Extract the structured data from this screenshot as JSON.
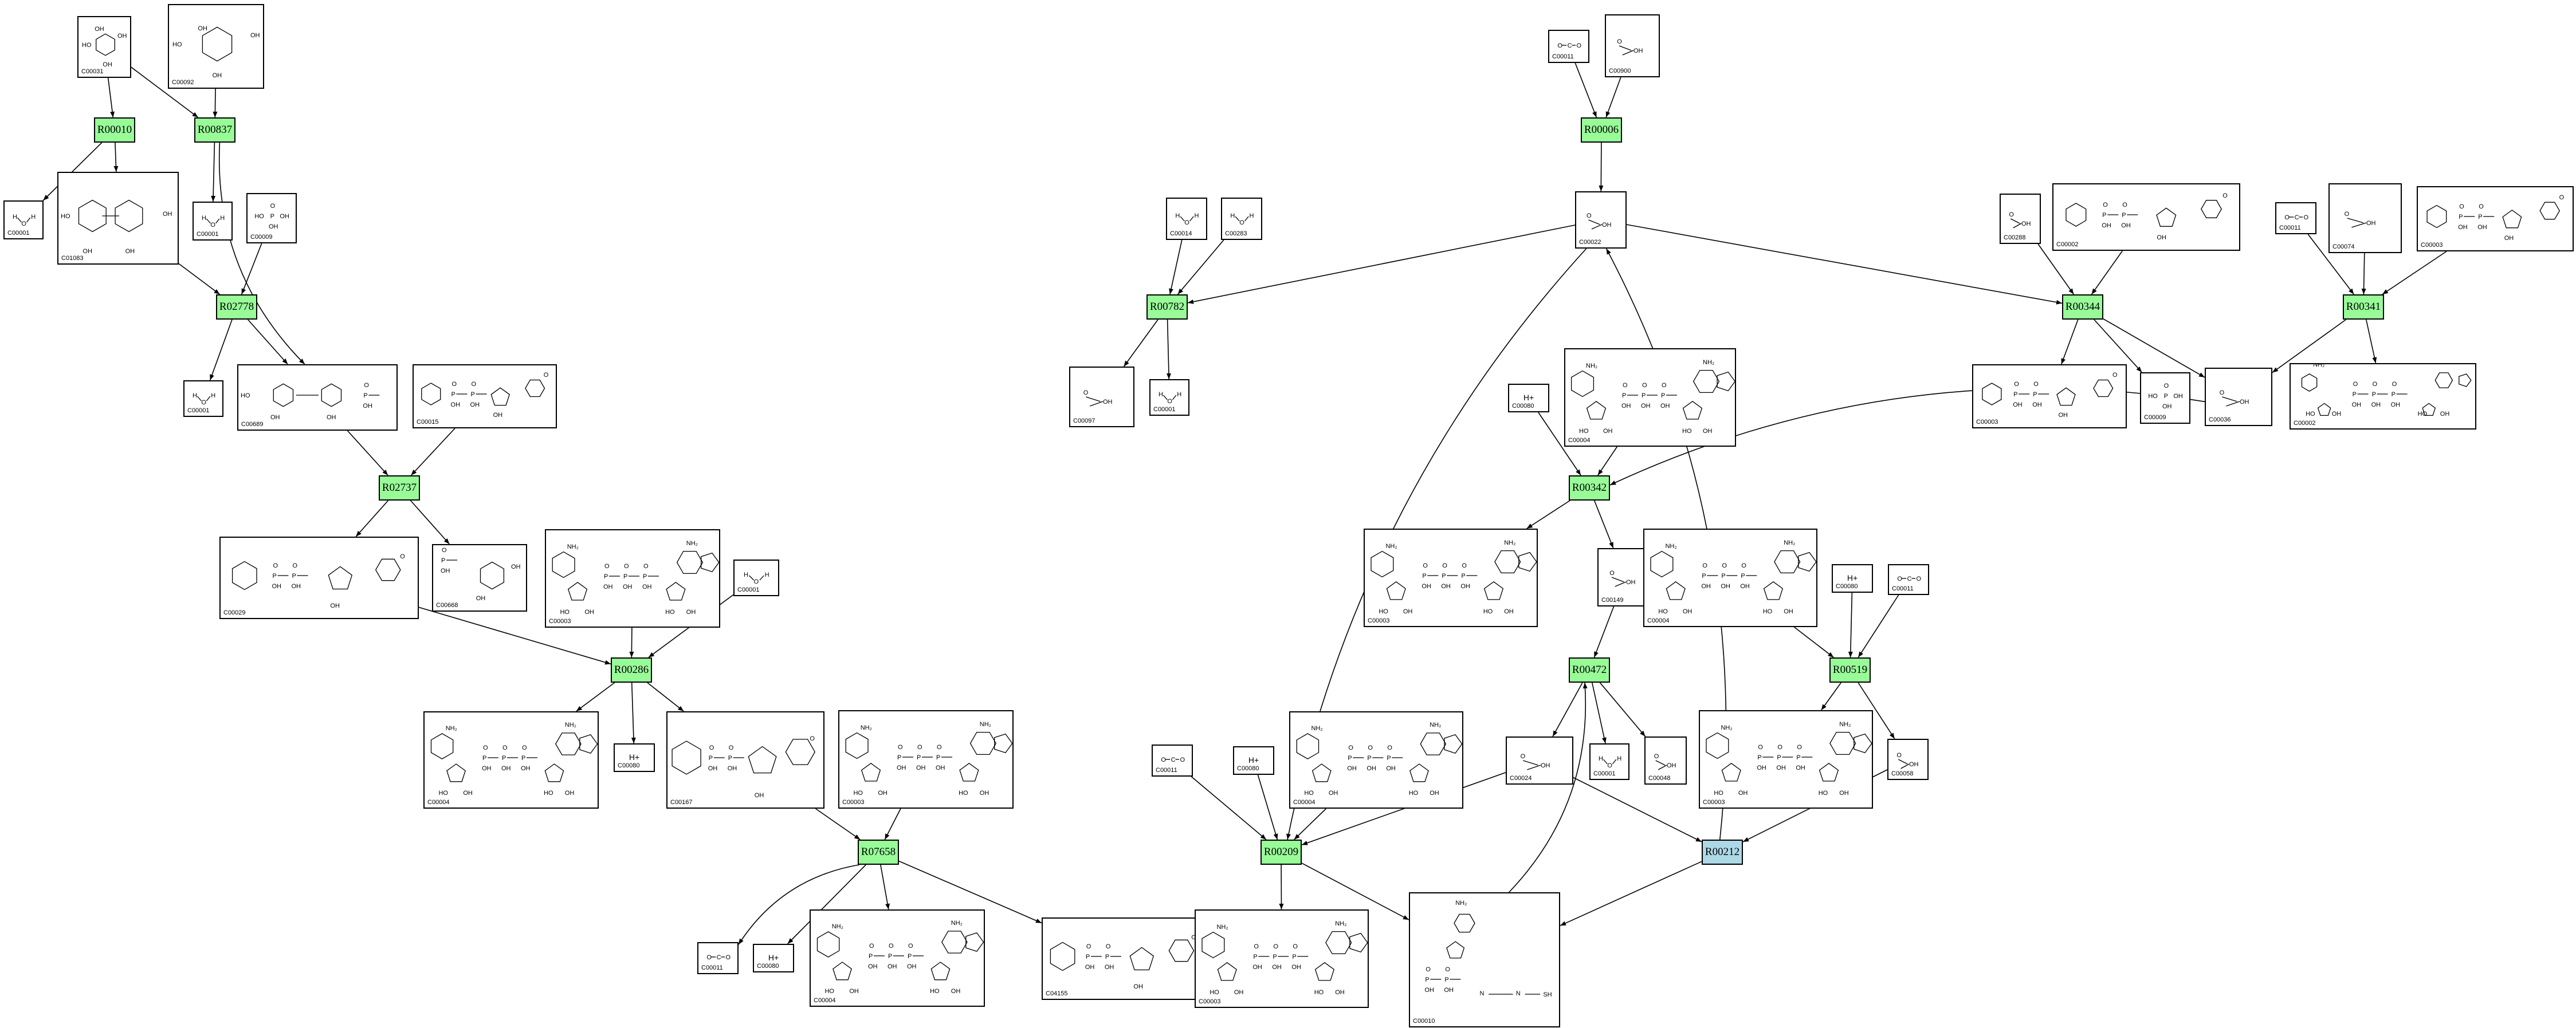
{
  "colors": {
    "reaction": "#98fb98",
    "reaction_selected": "#add8e6",
    "edge": "#000000"
  },
  "reactions": [
    {
      "id": "R00010",
      "label": "R00010"
    },
    {
      "id": "R00837",
      "label": "R00837"
    },
    {
      "id": "R02778",
      "label": "R02778"
    },
    {
      "id": "R02737",
      "label": "R02737"
    },
    {
      "id": "R00286",
      "label": "R00286"
    },
    {
      "id": "R07658",
      "label": "R07658"
    },
    {
      "id": "R00006",
      "label": "R00006"
    },
    {
      "id": "R00782",
      "label": "R00782"
    },
    {
      "id": "R00344",
      "label": "R00344"
    },
    {
      "id": "R00341",
      "label": "R00341"
    },
    {
      "id": "R00342",
      "label": "R00342"
    },
    {
      "id": "R00472",
      "label": "R00472"
    },
    {
      "id": "R00519",
      "label": "R00519"
    },
    {
      "id": "R00209",
      "label": "R00209"
    },
    {
      "id": "R00212",
      "label": "R00212",
      "selected": true
    }
  ],
  "compounds": [
    {
      "key": "c1",
      "id": "C00031"
    },
    {
      "key": "c2",
      "id": "C00092"
    },
    {
      "key": "c3",
      "id": "C00001"
    },
    {
      "key": "c4",
      "id": "C01083"
    },
    {
      "key": "c5",
      "id": "C00001"
    },
    {
      "key": "c6",
      "id": "C00009"
    },
    {
      "key": "c7",
      "id": "C00001"
    },
    {
      "key": "c8",
      "id": "C00689"
    },
    {
      "key": "c9",
      "id": "C00015"
    },
    {
      "key": "c10",
      "id": "C00029"
    },
    {
      "key": "c11",
      "id": "C00668"
    },
    {
      "key": "c12",
      "id": "C00003"
    },
    {
      "key": "c13",
      "id": "C00001"
    },
    {
      "key": "c14",
      "id": "C00004"
    },
    {
      "key": "c15",
      "id": "C00080",
      "ion": "H+"
    },
    {
      "key": "c16",
      "id": "C00167"
    },
    {
      "key": "c17",
      "id": "C00003"
    },
    {
      "key": "c18",
      "id": "C00011"
    },
    {
      "key": "c19",
      "id": "C00080",
      "ion": "H+"
    },
    {
      "key": "c20",
      "id": "C00004"
    },
    {
      "key": "c21",
      "id": "C04155"
    },
    {
      "key": "c22",
      "id": "C00011"
    },
    {
      "key": "c23",
      "id": "C00900"
    },
    {
      "key": "c24",
      "id": "C00022"
    },
    {
      "key": "c25",
      "id": "C00014"
    },
    {
      "key": "c26",
      "id": "C00283"
    },
    {
      "key": "c27",
      "id": "C00097"
    },
    {
      "key": "c28",
      "id": "C00001"
    },
    {
      "key": "c29",
      "id": "C00288"
    },
    {
      "key": "c30",
      "id": "C00002"
    },
    {
      "key": "c31",
      "id": "C00011"
    },
    {
      "key": "c32",
      "id": "C00074"
    },
    {
      "key": "c33",
      "id": "C00003"
    },
    {
      "key": "c34",
      "id": "C00003"
    },
    {
      "key": "c35",
      "id": "C00009"
    },
    {
      "key": "c36",
      "id": "C00036"
    },
    {
      "key": "c37",
      "id": "C00002"
    },
    {
      "key": "c38",
      "id": "C00080",
      "ion": "H+"
    },
    {
      "key": "c39",
      "id": "C00004"
    },
    {
      "key": "c40",
      "id": "C00003"
    },
    {
      "key": "c41",
      "id": "C00149"
    },
    {
      "key": "c42",
      "id": "C00004"
    },
    {
      "key": "c43",
      "id": "C00080",
      "ion": "H+"
    },
    {
      "key": "c44",
      "id": "C00011"
    },
    {
      "key": "c45",
      "id": "C00011"
    },
    {
      "key": "c46",
      "id": "C00080",
      "ion": "H+"
    },
    {
      "key": "c47",
      "id": "C00004"
    },
    {
      "key": "c48",
      "id": "C00024"
    },
    {
      "key": "c49",
      "id": "C00001"
    },
    {
      "key": "c50",
      "id": "C00048"
    },
    {
      "key": "c51",
      "id": "C00003"
    },
    {
      "key": "c52",
      "id": "C00058"
    },
    {
      "key": "c53",
      "id": "C00003"
    },
    {
      "key": "c54",
      "id": "C00010"
    }
  ]
}
